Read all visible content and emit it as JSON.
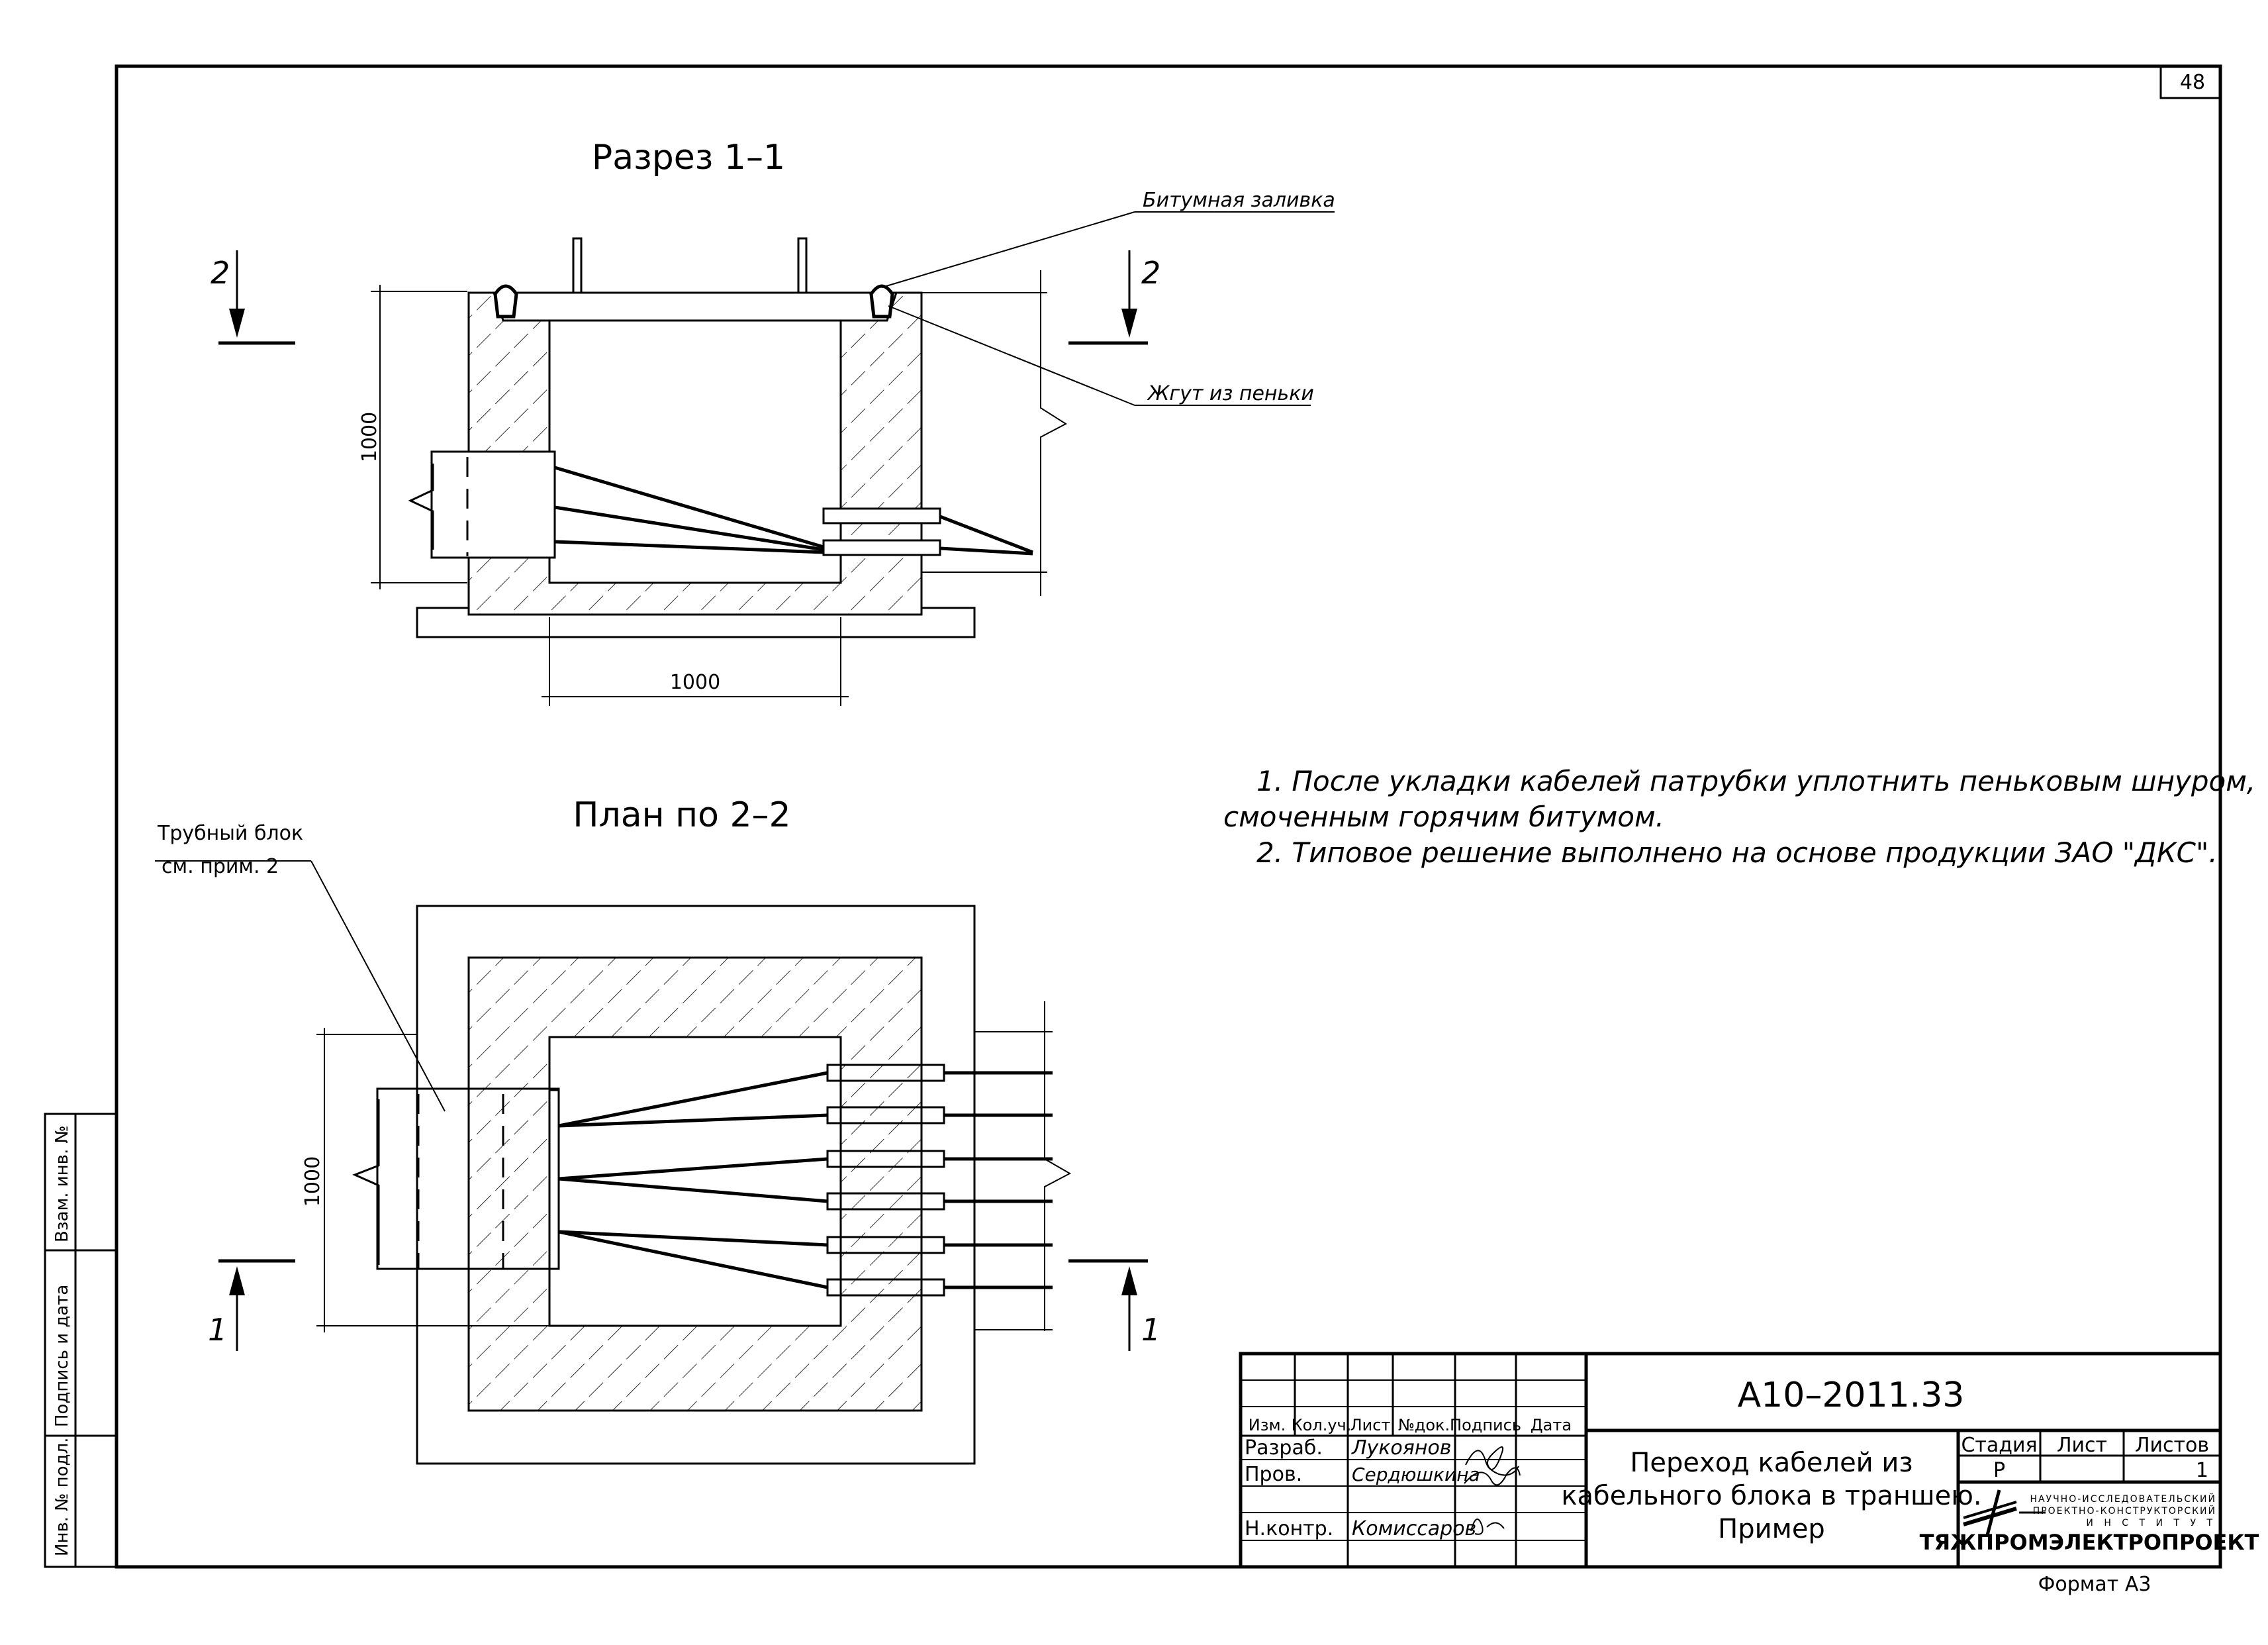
{
  "sheet_number": "48",
  "section_1_1": {
    "title": "Разрез 1–1",
    "label_bitumen": "Битумная заливка",
    "label_rope": "Жгут из пеньки",
    "dim_height": "1000",
    "dim_width": "1000",
    "section_mark": "2"
  },
  "plan_2_2": {
    "title": "План по 2–2",
    "label_pipe_block_line1": "Трубный блок",
    "label_pipe_block_line2": "см. прим. 2",
    "dim_height": "1000",
    "section_mark": "1"
  },
  "notes": [
    "1. После укладки кабелей патрубки уплотнить пеньковым шнуром,",
    "смоченным горячим битумом.",
    "2. Типовое решение выполнено на основе продукции ЗАО \"ДКС\"."
  ],
  "side_stamp": {
    "inv_orig": "Инв. № подл.",
    "sign_date": "Подпись и дата",
    "vzam_inv": "Взам. инв. №"
  },
  "title_block": {
    "doc_code": "А10–2011.33",
    "headers": [
      "Изм.",
      "Кол.уч.",
      "Лист",
      "№док.",
      "Подпись",
      "Дата"
    ],
    "roles": [
      {
        "role": "Разраб.",
        "name": "Лукоянов"
      },
      {
        "role": "Пров.",
        "name": "Сердюшкина"
      },
      {
        "role": "Н.контр.",
        "name": "Комиссаров"
      }
    ],
    "doc_title_line1": "Переход кабелей из",
    "doc_title_line2": "кабельного блока в траншею.",
    "doc_title_line3": "Пример",
    "stage_label": "Стадия",
    "sheet_label": "Лист",
    "sheets_label": "Листов",
    "stage_value": "Р",
    "sheets_value": "1",
    "org_small_1": "НАУЧНО-ИССЛЕДОВАТЕЛЬСКИЙ",
    "org_small_2": "ПРОЕКТНО-КОНСТРУКТОРСКИЙ",
    "org_small_3": "И Н С Т И Т У Т",
    "org_name": "ТЯЖПРОМЭЛЕКТРОПРОЕКТ",
    "format": "Формат А3"
  }
}
